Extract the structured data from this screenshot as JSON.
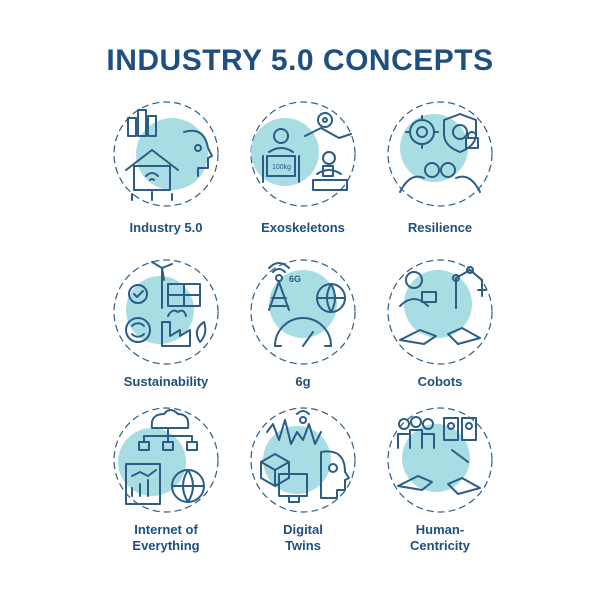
{
  "title": "INDUSTRY 5.0 CONCEPTS",
  "colors": {
    "navy": "#1f4f7f",
    "accent": "#a8dde3",
    "line": "#2b5d86"
  },
  "concepts": [
    {
      "label": "Industry 5.0",
      "icon": "smart-city-house-ai-head-icon"
    },
    {
      "label": "Exoskeletons",
      "icon": "exoskeleton-worker-robot-arm-icon"
    },
    {
      "label": "Resilience",
      "icon": "gear-shield-lock-hands-icon"
    },
    {
      "label": "Sustainability",
      "icon": "wind-solar-recycle-factory-icon"
    },
    {
      "label": "6g",
      "icon": "antenna-tower-globe-speed-icon"
    },
    {
      "label": "Cobots",
      "icon": "worker-robot-arm-handshake-icon"
    },
    {
      "label_line1": "Internet of",
      "label_line2": "Everything",
      "icon": "cloud-network-chart-globe-icon"
    },
    {
      "label_line1": "Digital",
      "label_line2": "Twins",
      "icon": "cube-wave-monitor-head-icon"
    },
    {
      "label_line1": "Human-",
      "label_line2": "Centricity",
      "icon": "team-id-card-hands-icon"
    }
  ]
}
